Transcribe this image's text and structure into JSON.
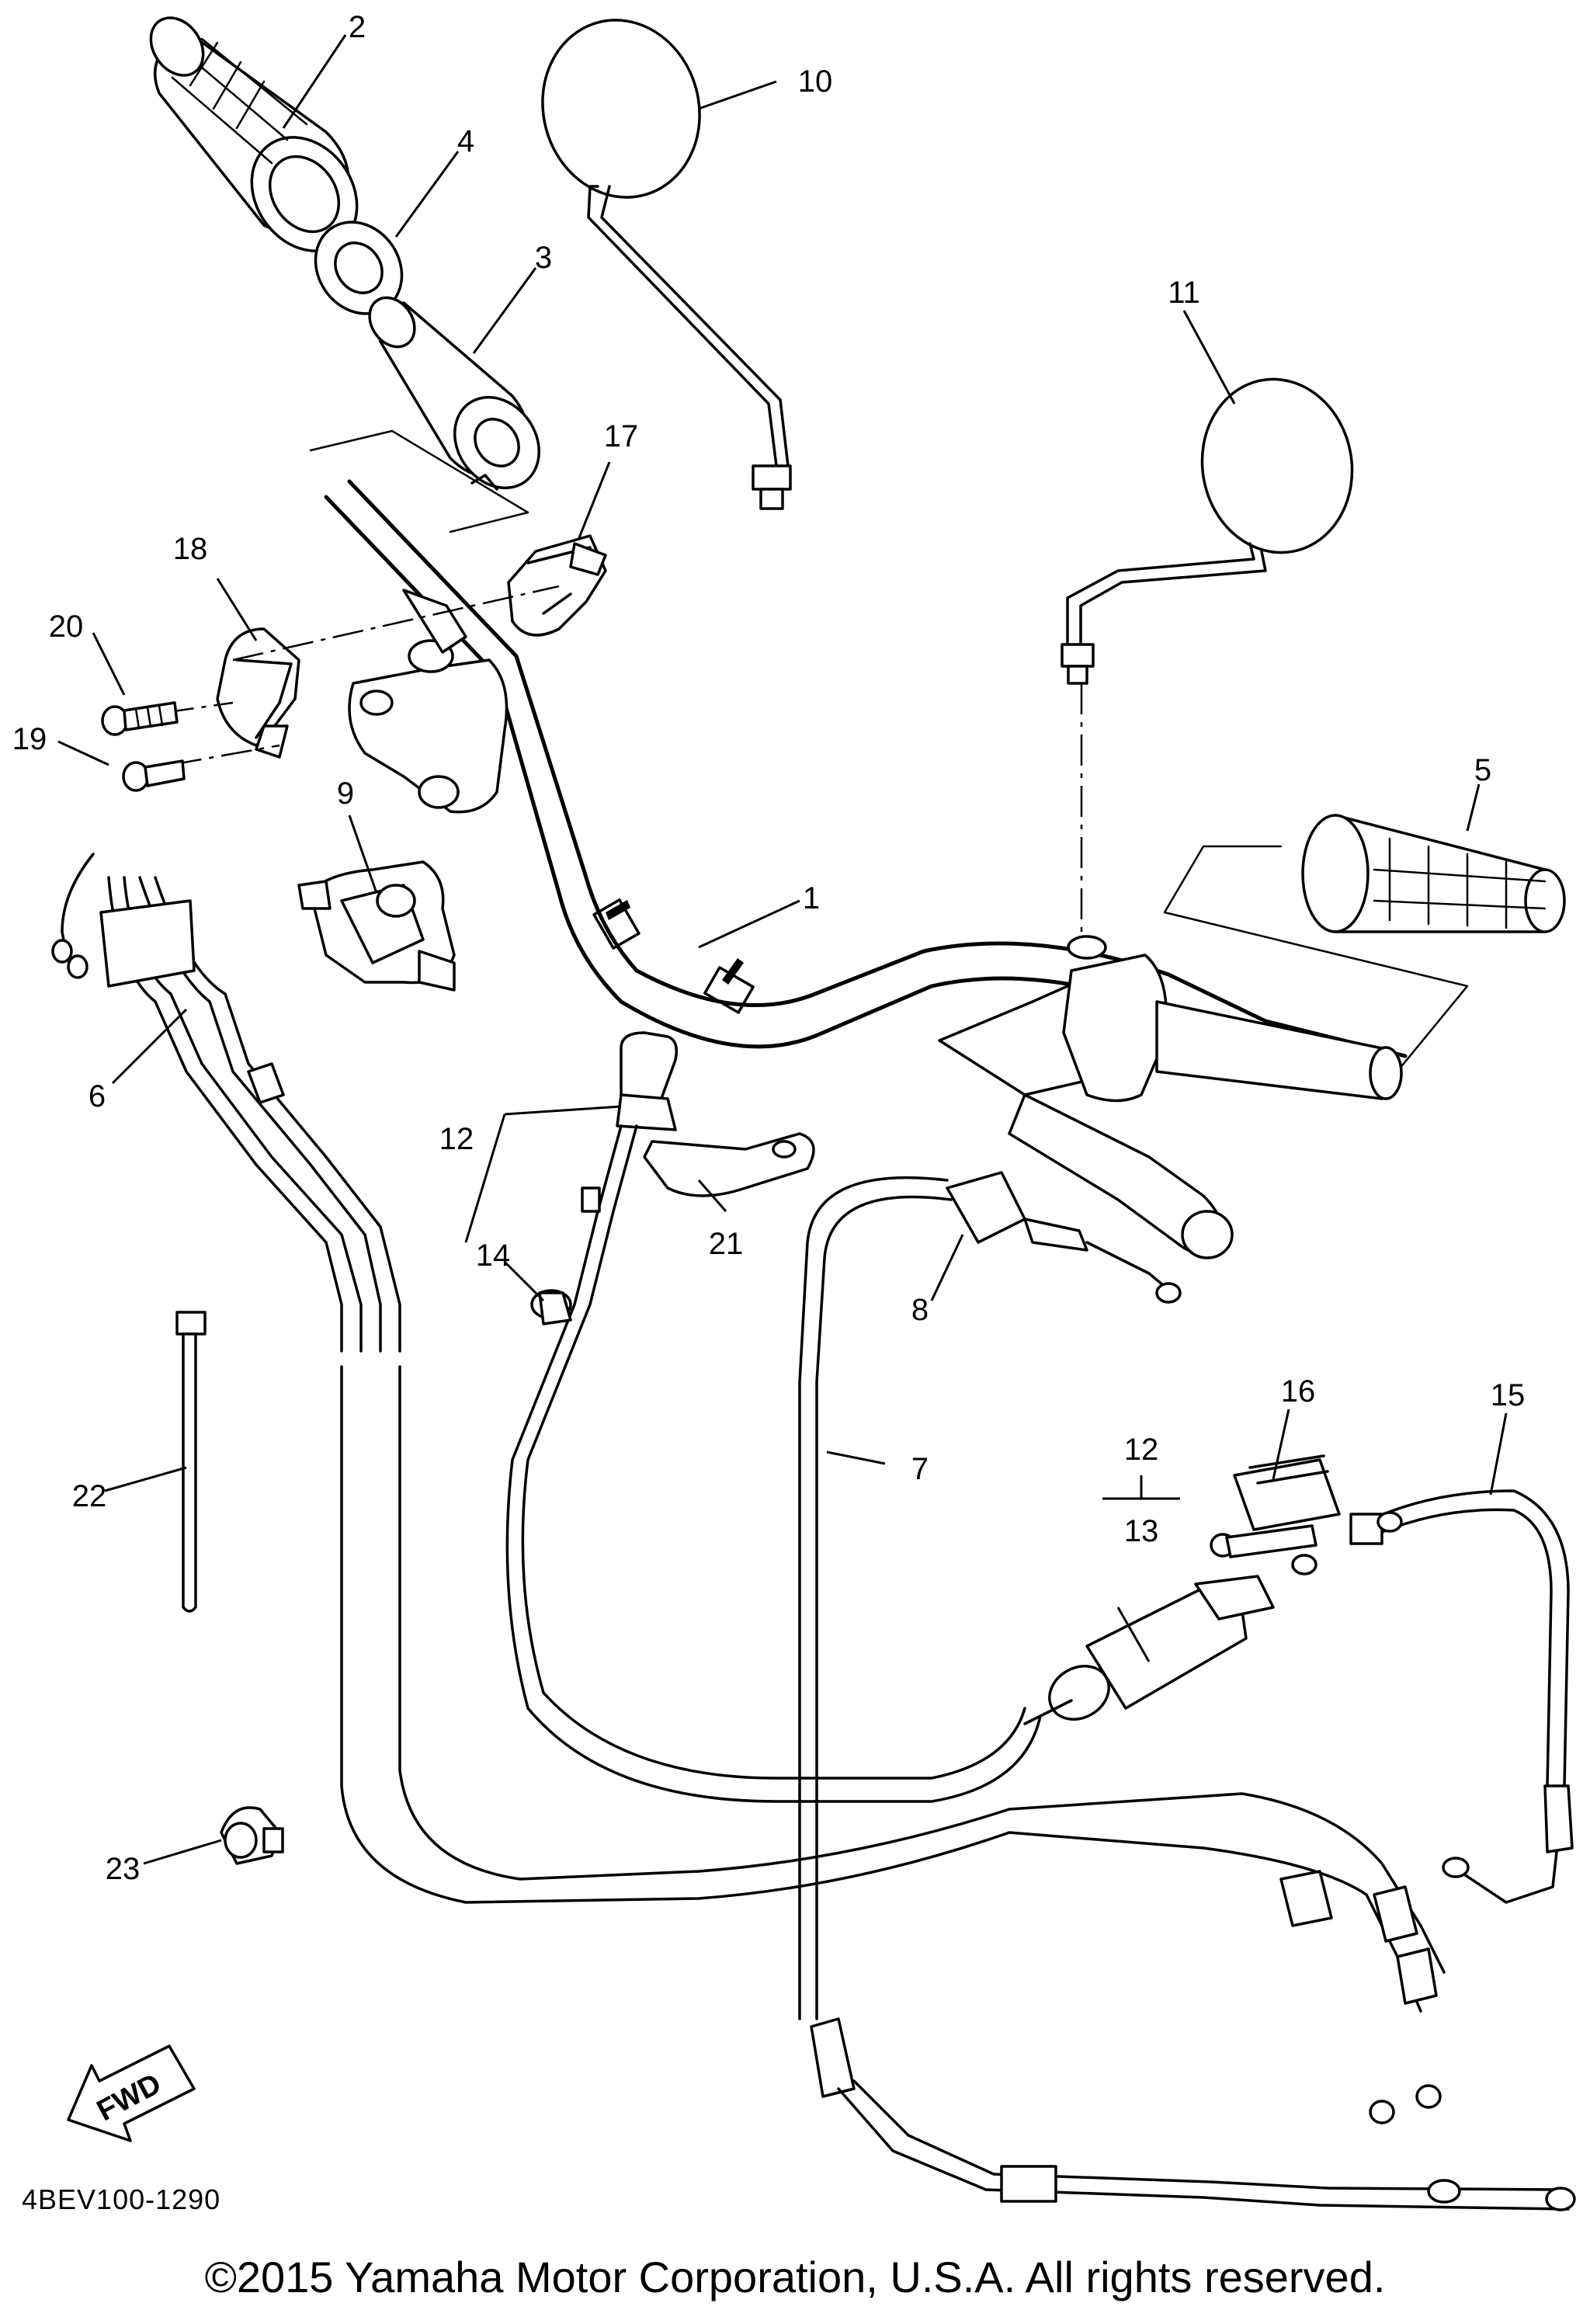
{
  "diagram": {
    "code": "4BEV100-1290",
    "copyright": "©2015 Yamaha Motor Corporation, U.S.A. All rights reserved.",
    "fwd_label": "FWD"
  },
  "callouts": {
    "c1": "1",
    "c2": "2",
    "c3": "3",
    "c4": "4",
    "c5": "5",
    "c6": "6",
    "c7": "7",
    "c8": "8",
    "c9": "9",
    "c10": "10",
    "c11": "11",
    "c12a": "12",
    "c12b": "12",
    "c13": "13",
    "c14": "14",
    "c15": "15",
    "c16": "16",
    "c17": "17",
    "c18": "18",
    "c19": "19",
    "c20": "20",
    "c21": "21",
    "c22": "22",
    "c23": "23"
  }
}
